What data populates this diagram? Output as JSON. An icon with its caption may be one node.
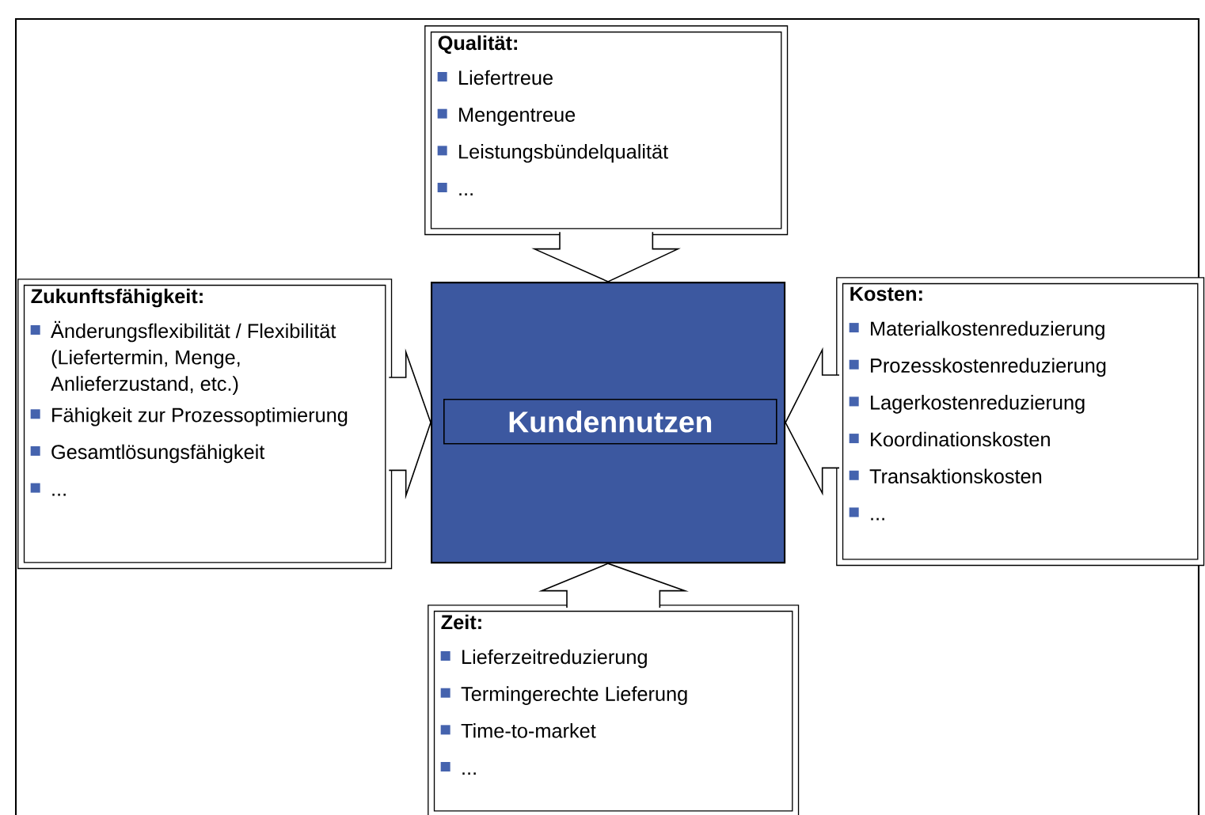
{
  "diagram": {
    "nodes": [
      {
        "text": [],
        "shape": "box"
      },
      {
        "text": [
          "Kundennutzen"
        ],
        "in": 0
      },
      {
        "text": [
          "Qualität:",
          "Liefertreue",
          "Mengentreue",
          "Leistungsbündelqualität",
          "..."
        ]
      },
      {
        "text": [
          "Zukunftsfähigkeit:",
          "Änderungsflexibilität / Flexibilität (Liefertermin, Menge, Anlieferzustand, etc.)",
          "Fähigkeit zur Prozessoptimierung",
          "Gesamtlösungsfähigkeit",
          "..."
        ]
      },
      {
        "text": [
          "Kosten:",
          "Materialkostenreduzierung",
          "Prozesskostenreduzierung",
          "Lagerkostenreduzierung",
          "Koordinationskosten",
          "Transaktionskosten",
          "..."
        ]
      },
      {
        "text": [
          "Zeit:",
          "Lieferzeitreduzierung",
          "Termingerechte Lieferung",
          "Time-to-market",
          "..."
        ]
      }
    ],
    "edges": [
      {
        "from": 2,
        "to": 0,
        "arrow": "to"
      },
      {
        "from": 3,
        "to": 0,
        "arrow": "to"
      },
      {
        "from": 4,
        "to": 0,
        "arrow": "to"
      },
      {
        "from": 5,
        "to": 0,
        "arrow": "to"
      }
    ]
  }
}
